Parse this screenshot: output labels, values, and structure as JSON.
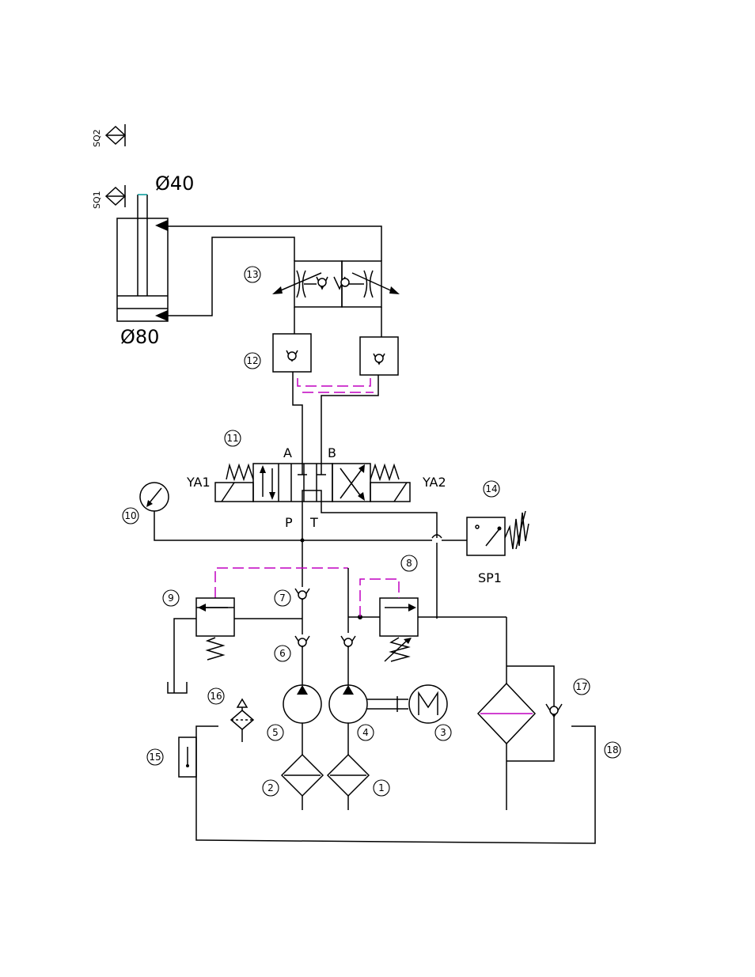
{
  "labels": {
    "sq2": "SQ2",
    "sq1": "SQ1",
    "rod_dia": "Ø40",
    "bore_dia": "Ø80",
    "port_a": "A",
    "port_b": "B",
    "port_p": "P",
    "port_t": "T",
    "ya1": "YA1",
    "ya2": "YA2",
    "sp1": "SP1"
  },
  "components": [
    {
      "id": "c1",
      "num": "1"
    },
    {
      "id": "c2",
      "num": "2"
    },
    {
      "id": "c3",
      "num": "3"
    },
    {
      "id": "c4",
      "num": "4"
    },
    {
      "id": "c5",
      "num": "5"
    },
    {
      "id": "c6",
      "num": "6"
    },
    {
      "id": "c7",
      "num": "7"
    },
    {
      "id": "c8",
      "num": "8"
    },
    {
      "id": "c9",
      "num": "9"
    },
    {
      "id": "c10",
      "num": "10"
    },
    {
      "id": "c11",
      "num": "11"
    },
    {
      "id": "c12",
      "num": "12"
    },
    {
      "id": "c13",
      "num": "13"
    },
    {
      "id": "c14",
      "num": "14"
    },
    {
      "id": "c15",
      "num": "15"
    },
    {
      "id": "c16",
      "num": "16"
    },
    {
      "id": "c17",
      "num": "17"
    },
    {
      "id": "c18",
      "num": "18"
    }
  ],
  "colors": {
    "line": "#000000",
    "pilot": "#c000c0",
    "background": "#ffffff"
  }
}
